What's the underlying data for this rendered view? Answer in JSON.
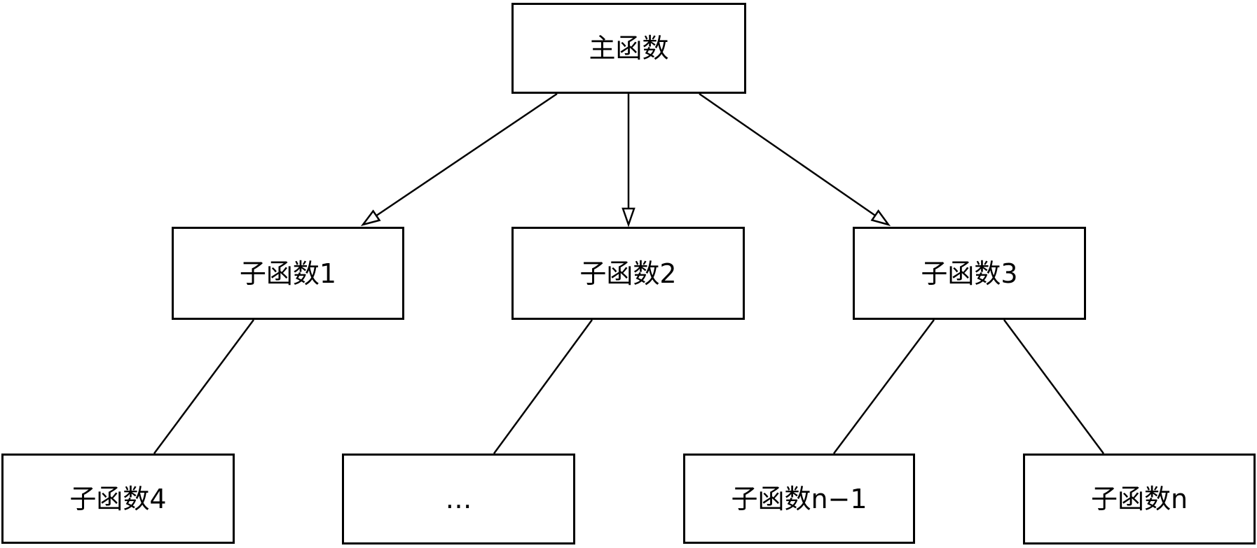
{
  "diagram": {
    "type": "tree",
    "background_color": "#ffffff",
    "stroke_color": "#000000",
    "text_color": "#000000",
    "nodes": [
      {
        "id": "main",
        "label": "主函数",
        "level": 1
      },
      {
        "id": "sub1",
        "label": "子函数1",
        "level": 2
      },
      {
        "id": "sub2",
        "label": "子函数2",
        "level": 2
      },
      {
        "id": "sub3",
        "label": "子函数3",
        "level": 2
      },
      {
        "id": "sub4",
        "label": "子函数4",
        "level": 3
      },
      {
        "id": "ellipsis",
        "label": "…",
        "level": 3
      },
      {
        "id": "subn1",
        "label": "子函数n−1",
        "level": 3
      },
      {
        "id": "subn",
        "label": "子函数n",
        "level": 3
      }
    ],
    "edges": [
      {
        "from": "main",
        "to": "sub1",
        "arrowhead": "open-triangle"
      },
      {
        "from": "main",
        "to": "sub2",
        "arrowhead": "open-triangle"
      },
      {
        "from": "main",
        "to": "sub3",
        "arrowhead": "open-triangle"
      },
      {
        "from": "sub1",
        "to": "sub4",
        "arrowhead": "none"
      },
      {
        "from": "sub2",
        "to": "ellipsis",
        "arrowhead": "none"
      },
      {
        "from": "sub3",
        "to": "subn1",
        "arrowhead": "none"
      },
      {
        "from": "sub3",
        "to": "subn",
        "arrowhead": "none"
      }
    ]
  }
}
